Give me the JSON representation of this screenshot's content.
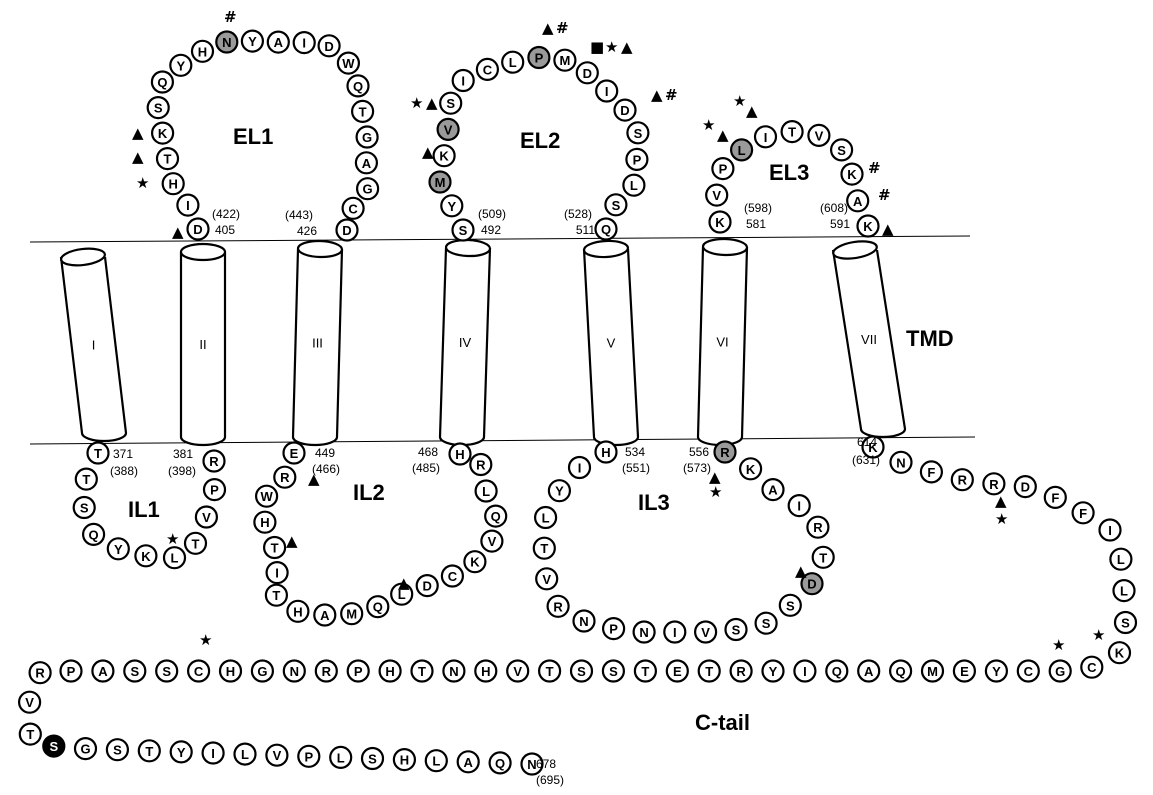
{
  "regions": {
    "el1": "EL1",
    "el2": "EL2",
    "el3": "EL3",
    "il1": "IL1",
    "il2": "IL2",
    "il3": "IL3",
    "tmd": "TMD",
    "ctail": "C-tail"
  },
  "helices": [
    "I",
    "II",
    "III",
    "IV",
    "V",
    "VI",
    "VII"
  ],
  "numbers": {
    "n422": "(422)",
    "n405": "405",
    "n443": "(443)",
    "n426": "426",
    "n509": "(509)",
    "n492": "492",
    "n528": "(528)",
    "n511": "511",
    "n598": "(598)",
    "n581": "581",
    "n608": "(608)",
    "n591": "591",
    "n371": "371",
    "n388": "(388)",
    "n381": "381",
    "n398": "(398)",
    "n449": "449",
    "n466": "(466)",
    "n468": "468",
    "n485": "(485)",
    "n534": "534",
    "n551": "(551)",
    "n556": "556",
    "n573": "(573)",
    "n614": "614",
    "n631": "(631)",
    "n678": "678",
    "n695": "(695)"
  },
  "marker_symbols": {
    "triangle": "▲",
    "star": "★",
    "hash": "#",
    "square": "■"
  },
  "colors": {
    "highlight_fill": "#9a9a9a",
    "phospho_fill": "#000000",
    "normal_fill": "#ffffff"
  },
  "segments": {
    "el1": "DIHTKSQYHNYAIDWQTGAGCD",
    "el2": "SYMKVSICLPMDIDSPLSQ",
    "el3": "KVPLITVSKAK",
    "il1": "TTSQYKLTVPR",
    "il2": "ERWHTITHAMQLDCKVQLRH",
    "il3": "HIYLTVRNPNIVSSSDTRIAKR",
    "ctail": "KNFRRDFFILLSKCGCYEMQAQIYRTETSSTVHNTHPRNGHCSSAPRVTSGSTYILVPLSHLAQN"
  },
  "highlighted_residues": [
    "N",
    "P",
    "V",
    "M",
    "L",
    "R",
    "D"
  ],
  "phospho_residue": "S"
}
